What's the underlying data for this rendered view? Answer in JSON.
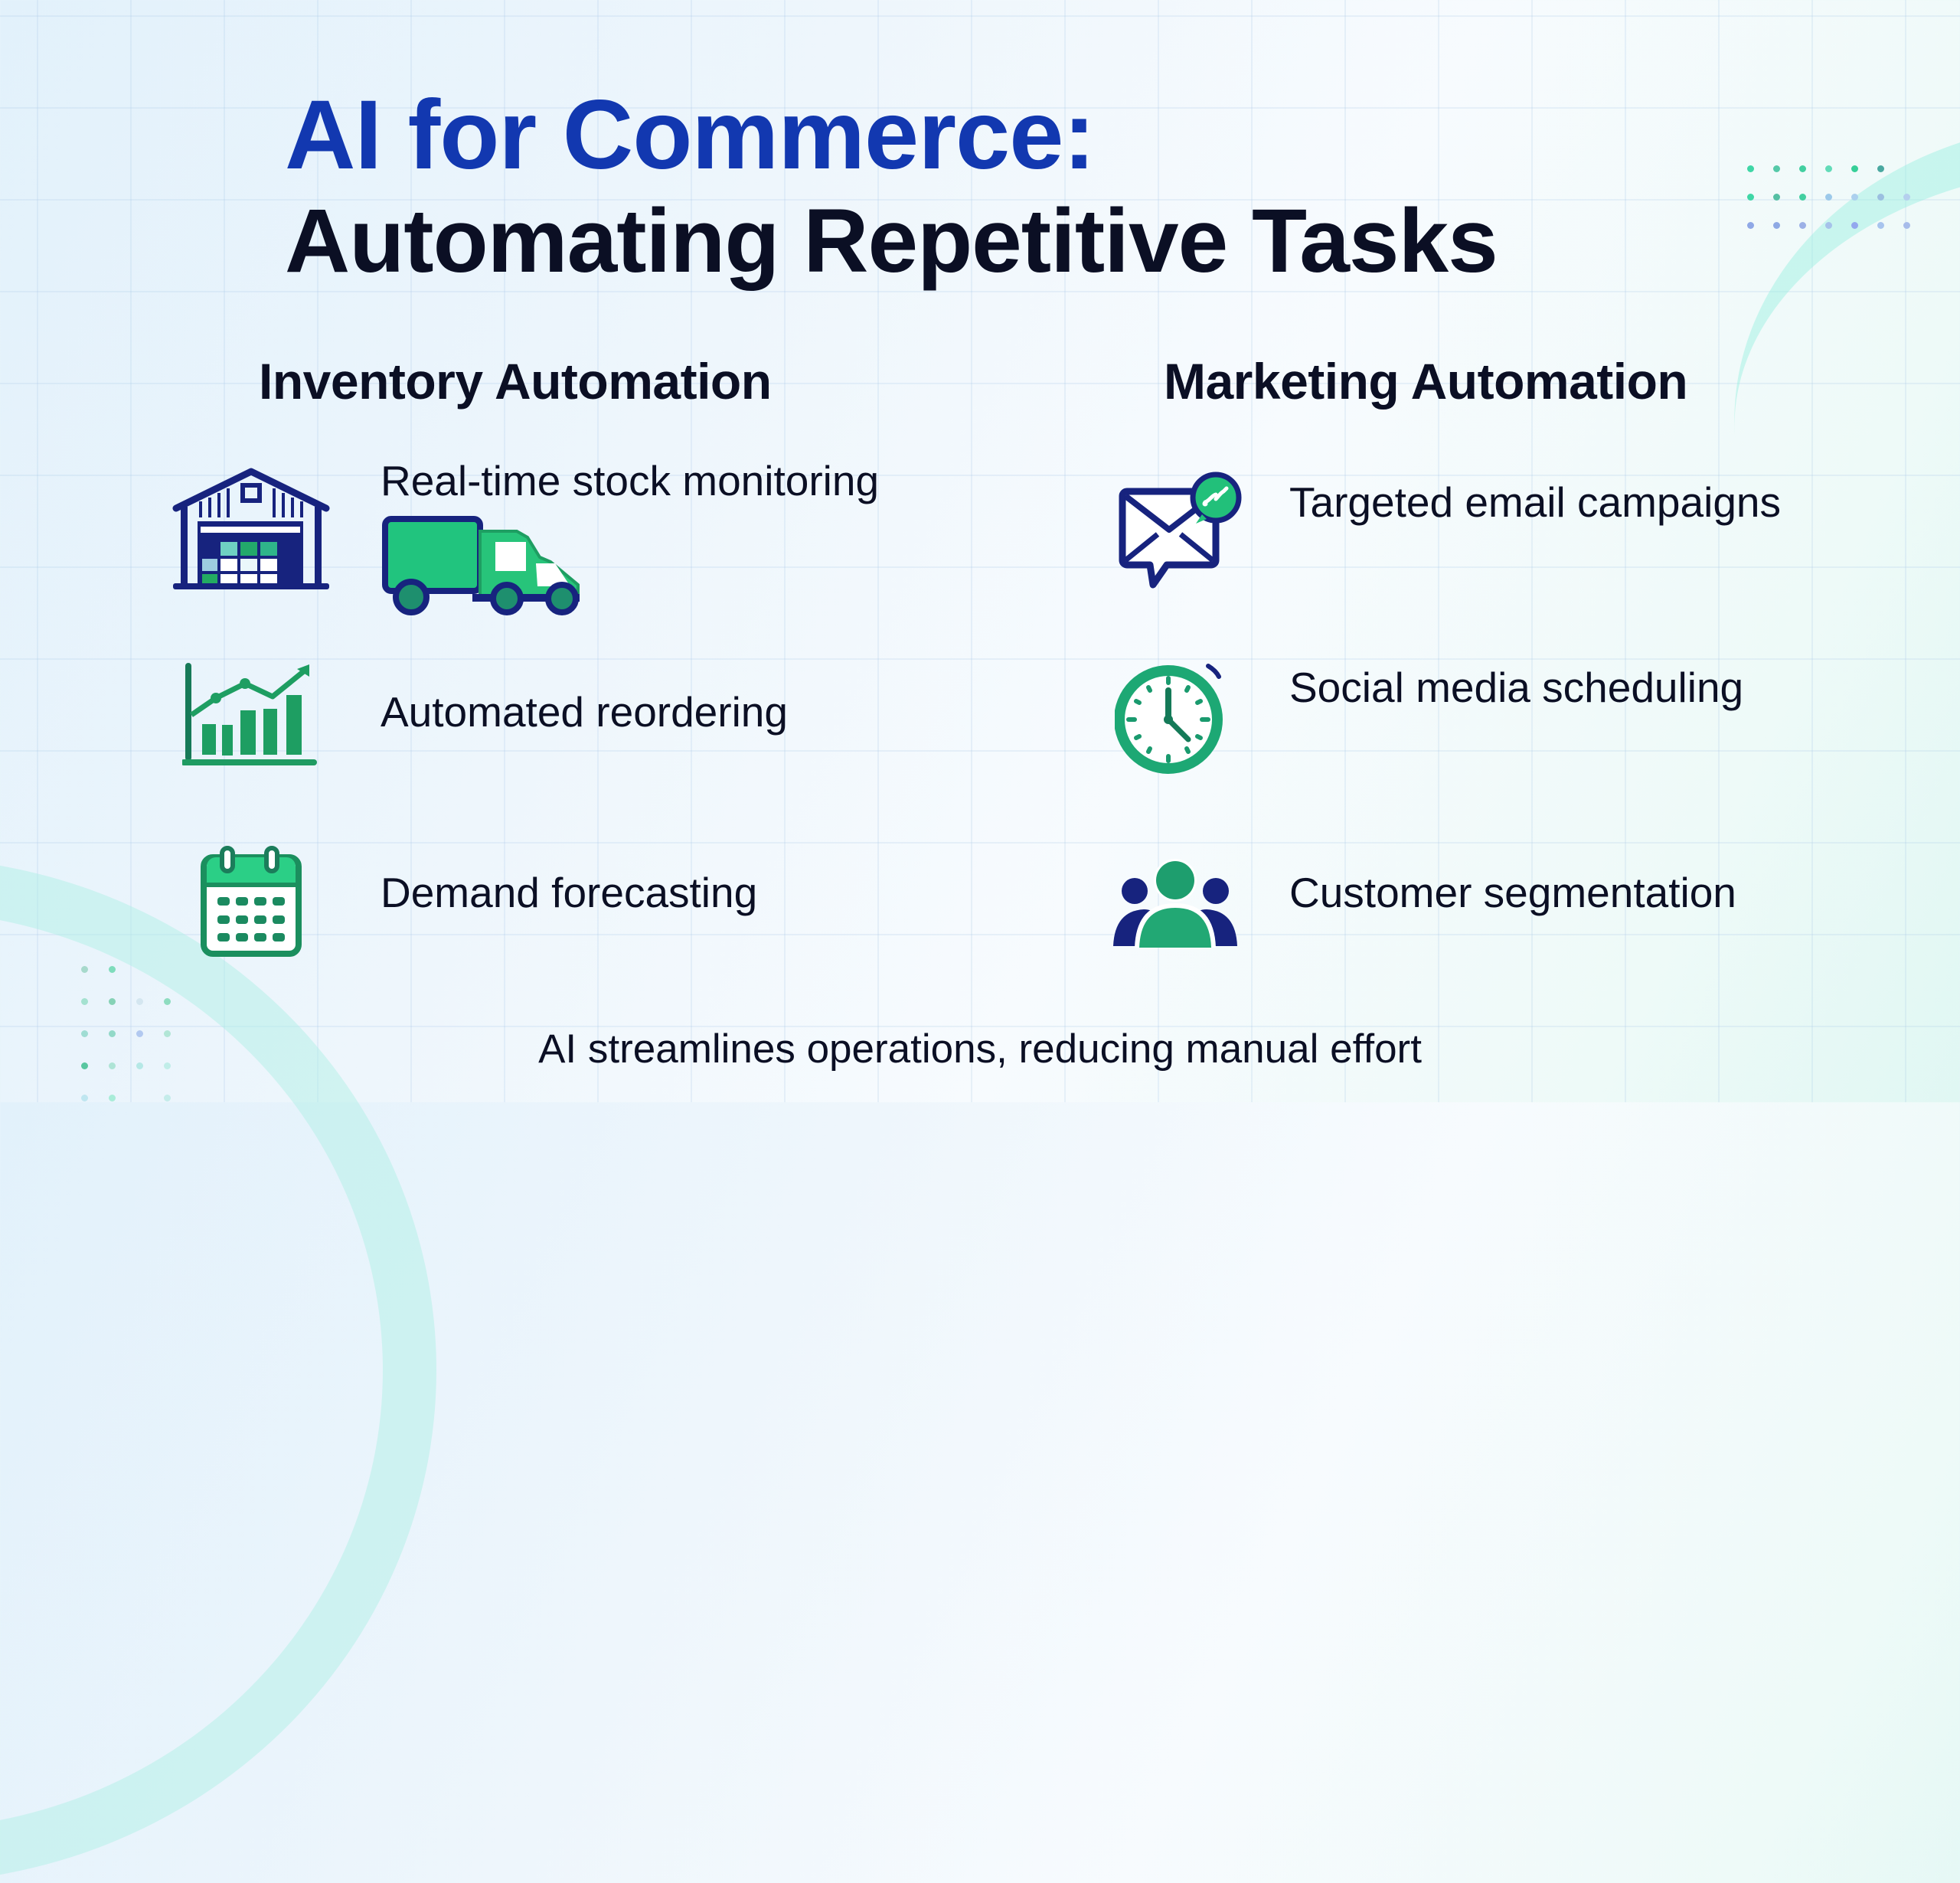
{
  "slide": {
    "title_line1": "AI for Commerce:",
    "title_line2": "Automating Repetitive Tasks",
    "footer": "AI streamlines operations, reducing manual effort"
  },
  "colors": {
    "title_blue": "#1238b0",
    "text_dark": "#0b0f24",
    "icon_navy": "#17237e",
    "icon_green": "#1fa866",
    "icon_green_light": "#27c97c"
  },
  "sections": [
    {
      "heading": "Inventory Automation",
      "items": [
        {
          "label": "Real-time stock monitoring",
          "icons": [
            "warehouse-icon",
            "delivery-truck-icon"
          ]
        },
        {
          "label": "Automated reordering",
          "icons": [
            "growth-chart-icon"
          ]
        },
        {
          "label": "Demand forecasting",
          "icons": [
            "calendar-icon"
          ]
        }
      ]
    },
    {
      "heading": "Marketing Automation",
      "items": [
        {
          "label": "Targeted email campaigns",
          "icons": [
            "email-chat-icon"
          ]
        },
        {
          "label": "Social media scheduling",
          "icons": [
            "clock-icon"
          ]
        },
        {
          "label": "Customer segmentation",
          "icons": [
            "customer-group-icon"
          ]
        }
      ]
    }
  ]
}
